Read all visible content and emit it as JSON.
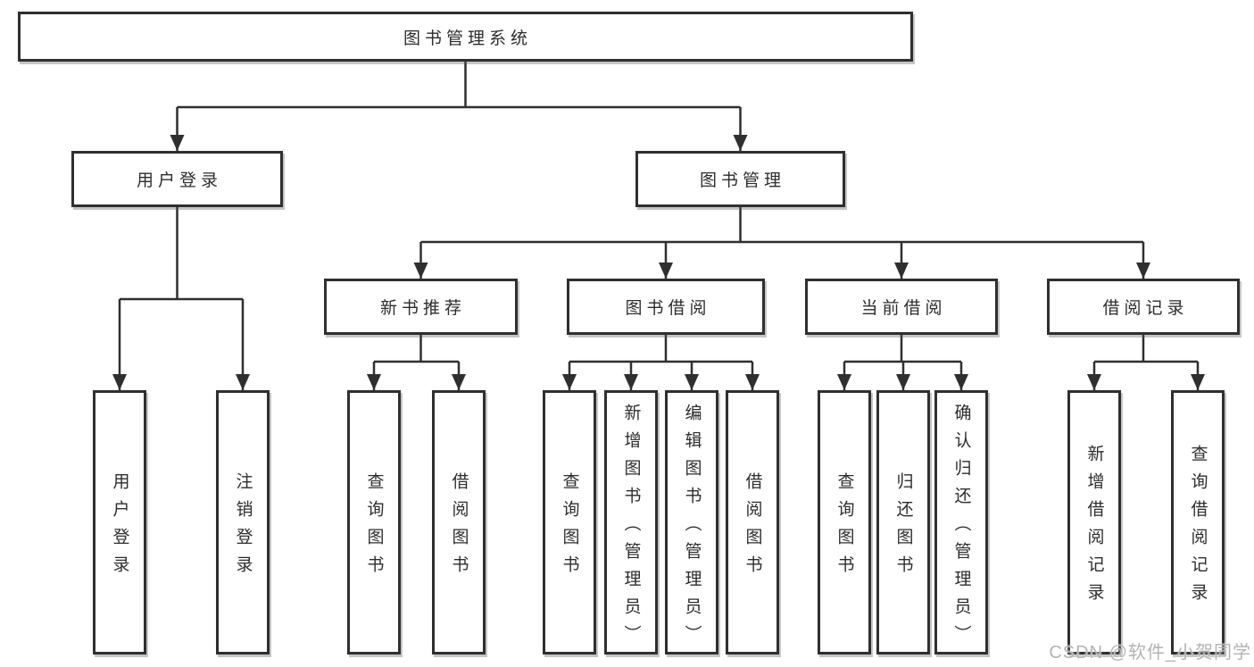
{
  "colors": {
    "background": "#ffffff",
    "box_border": "#2f2f2f",
    "line": "#2f2f2f",
    "text": "#2d2d2d",
    "watermark_text": "#b3b3b3"
  },
  "watermark": {
    "text": "CSDN @软件_小贺同学"
  },
  "diagram": {
    "root": {
      "label": "图书管理系统"
    },
    "branches": [
      {
        "label": "用户登录",
        "children": [
          {
            "label": "用户登录"
          },
          {
            "label": "注销登录"
          }
        ]
      },
      {
        "label": "图书管理",
        "children": [
          {
            "label": "新书推荐",
            "children": [
              {
                "label": "查询图书"
              },
              {
                "label": "借阅图书"
              }
            ]
          },
          {
            "label": "图书借阅",
            "children": [
              {
                "label": "查询图书"
              },
              {
                "label": "新增图书（管理员）"
              },
              {
                "label": "编辑图书（管理员）"
              },
              {
                "label": "借阅图书"
              }
            ]
          },
          {
            "label": "当前借阅",
            "children": [
              {
                "label": "查询图书"
              },
              {
                "label": "归还图书"
              },
              {
                "label": "确认归还（管理员）"
              }
            ]
          },
          {
            "label": "借阅记录",
            "children": [
              {
                "label": "新增借阅记录"
              },
              {
                "label": "查询借阅记录"
              }
            ]
          }
        ]
      }
    ]
  }
}
